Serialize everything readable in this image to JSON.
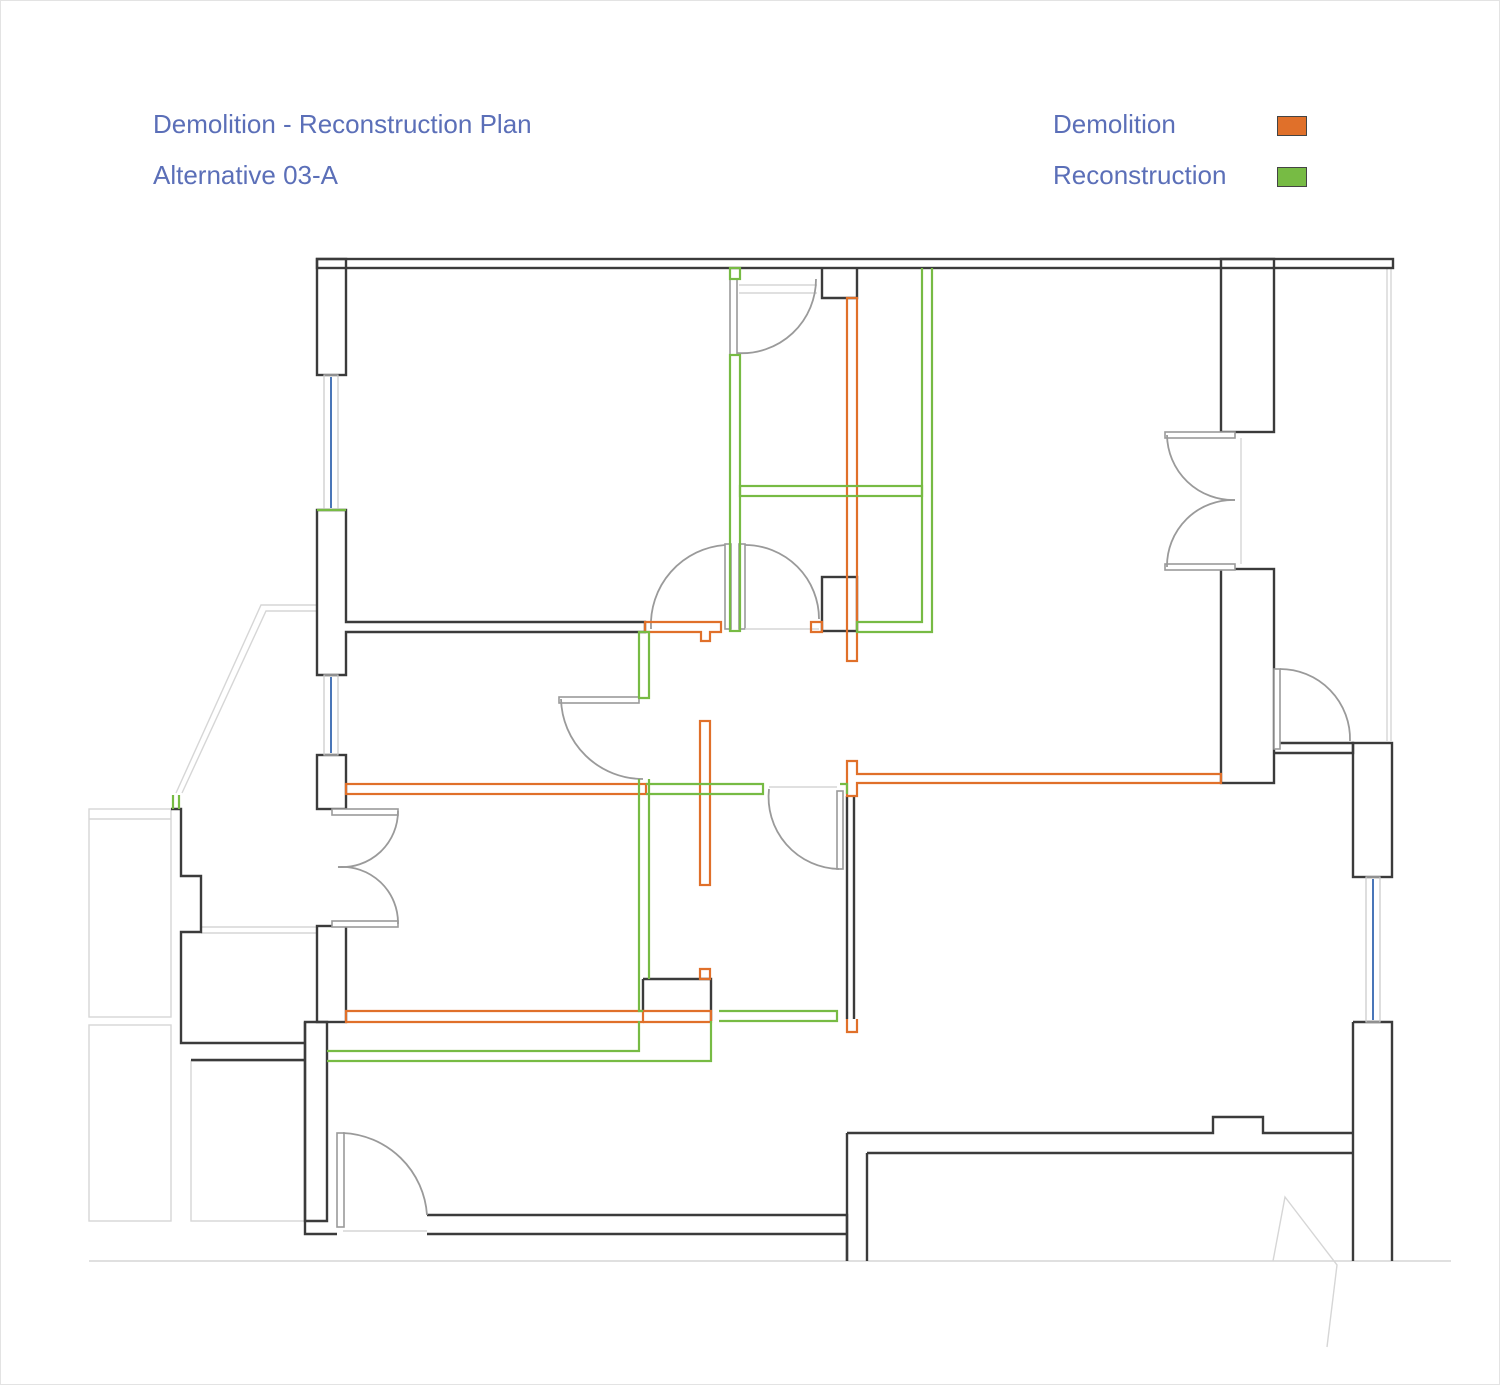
{
  "header": {
    "title": "Demolition - Reconstruction Plan",
    "subtitle": "Alternative 03-A"
  },
  "legend": {
    "items": [
      {
        "label": "Demolition",
        "color": "#e0702a"
      },
      {
        "label": "Reconstruction",
        "color": "#77bb44"
      }
    ]
  },
  "colors": {
    "wall": "#3b3b3b",
    "door": "#9a9a9a",
    "window": "#4a76b8",
    "text": "#5b6fb8"
  }
}
